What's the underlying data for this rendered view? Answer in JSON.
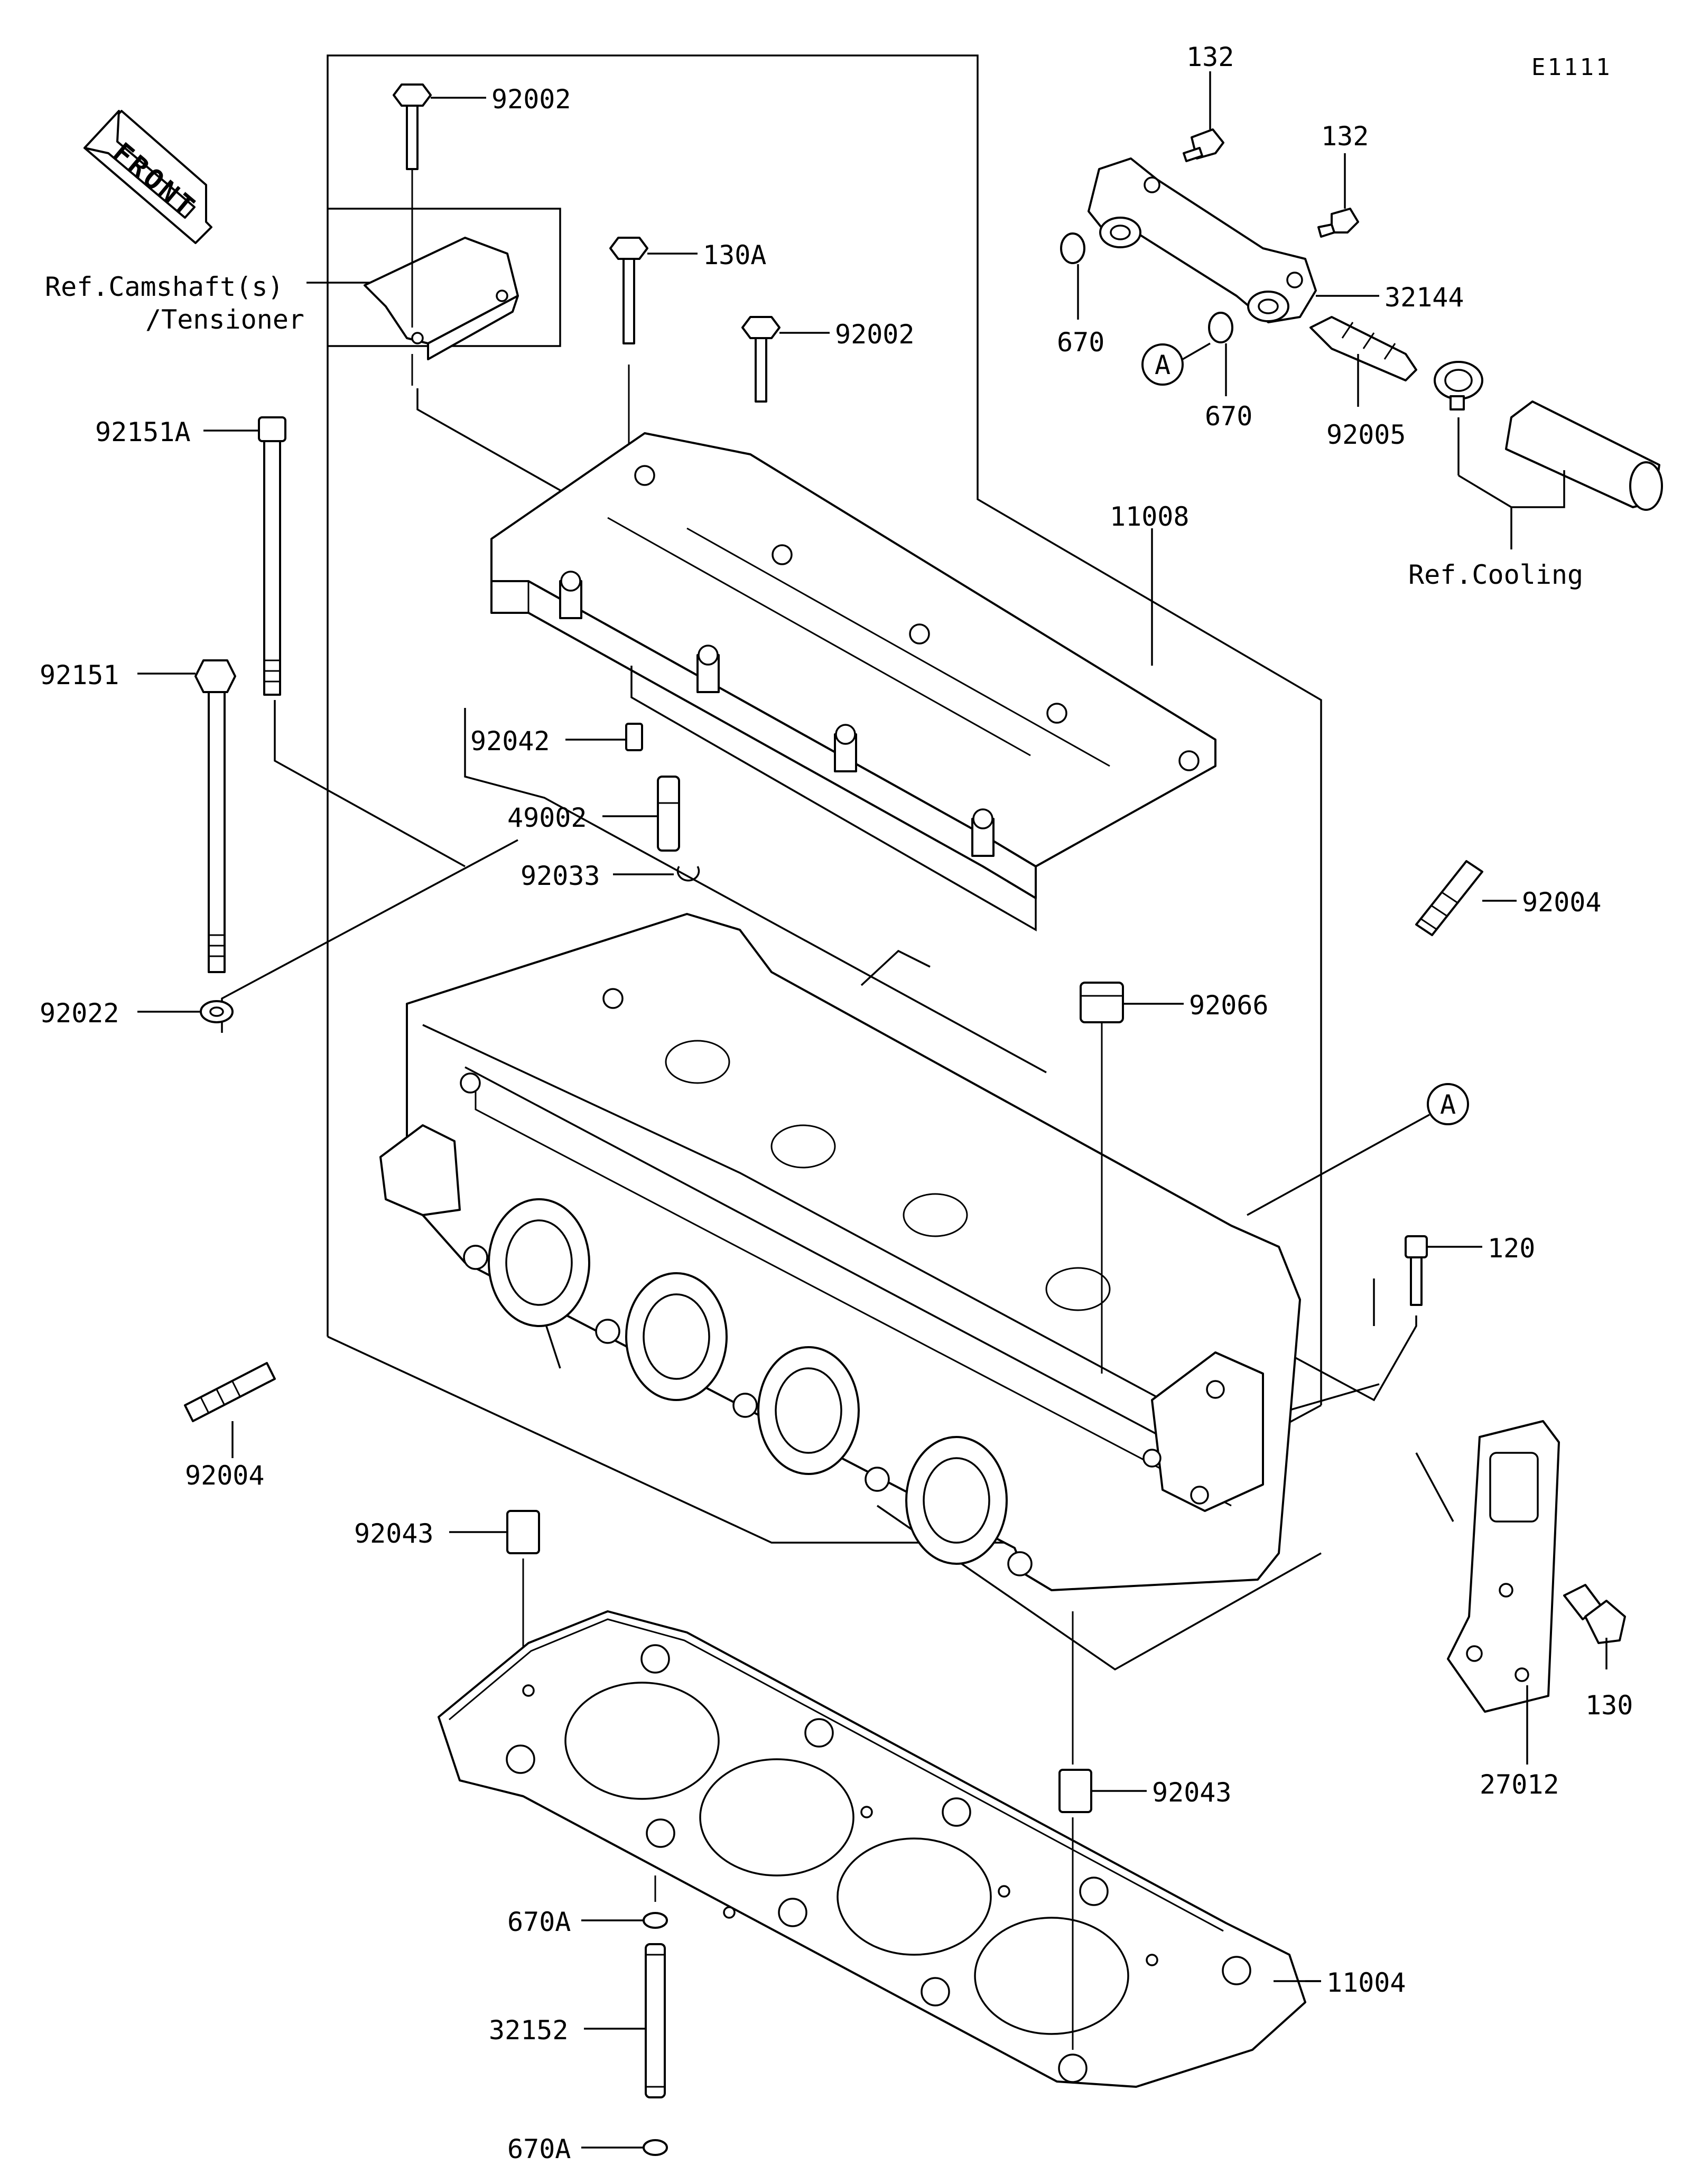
{
  "figure_id": "E1111",
  "front_label": "FRONT",
  "ref_labels": {
    "camshaft_line1": "Ref.Camshaft(s)",
    "camshaft_line2": "/Tensioner",
    "cooling": "Ref.Cooling"
  },
  "callout": "A",
  "parts": [
    {
      "id": "p-132-top",
      "number": "132"
    },
    {
      "id": "p-132-right",
      "number": "132"
    },
    {
      "id": "p-32144",
      "number": "32144"
    },
    {
      "id": "p-670-left",
      "number": "670"
    },
    {
      "id": "p-670-right",
      "number": "670"
    },
    {
      "id": "p-92005",
      "number": "92005"
    },
    {
      "id": "p-92002-top",
      "number": "92002"
    },
    {
      "id": "p-130A",
      "number": "130A"
    },
    {
      "id": "p-92002-mid",
      "number": "92002"
    },
    {
      "id": "p-92151A",
      "number": "92151A"
    },
    {
      "id": "p-11008",
      "number": "11008"
    },
    {
      "id": "p-92151",
      "number": "92151"
    },
    {
      "id": "p-92042",
      "number": "92042"
    },
    {
      "id": "p-49002",
      "number": "49002"
    },
    {
      "id": "p-92033",
      "number": "92033"
    },
    {
      "id": "p-92004-right",
      "number": "92004"
    },
    {
      "id": "p-92066",
      "number": "92066"
    },
    {
      "id": "p-92022",
      "number": "92022"
    },
    {
      "id": "p-120",
      "number": "120"
    },
    {
      "id": "p-92004-left",
      "number": "92004"
    },
    {
      "id": "p-92043-left",
      "number": "92043"
    },
    {
      "id": "p-130",
      "number": "130"
    },
    {
      "id": "p-27012",
      "number": "27012"
    },
    {
      "id": "p-92043-right",
      "number": "92043"
    },
    {
      "id": "p-670A-top",
      "number": "670A"
    },
    {
      "id": "p-11004",
      "number": "11004"
    },
    {
      "id": "p-32152",
      "number": "32152"
    },
    {
      "id": "p-670A-bottom",
      "number": "670A"
    }
  ]
}
